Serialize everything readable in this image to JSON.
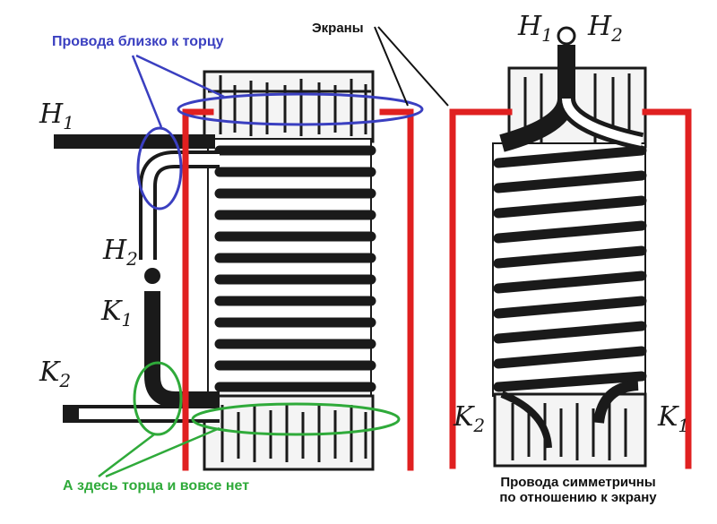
{
  "annotations": {
    "wires_near_end": "Провода близко к торцу",
    "screens": "Экраны",
    "no_end_here": "А здесь торца и вовсе нет",
    "symmetric_line1": "Провода симметричны",
    "symmetric_line2": "по отношению к экрану"
  },
  "left_coil": {
    "pins": [
      {
        "letter": "H",
        "sub": "1"
      },
      {
        "letter": "H",
        "sub": "2"
      },
      {
        "letter": "K",
        "sub": "1"
      },
      {
        "letter": "K",
        "sub": "2"
      }
    ]
  },
  "right_coil": {
    "pins": [
      {
        "letter": "H",
        "sub": "1"
      },
      {
        "letter": "H",
        "sub": "2"
      },
      {
        "letter": "K",
        "sub": "2"
      },
      {
        "letter": "K",
        "sub": "1"
      }
    ]
  },
  "colors": {
    "screen": "#e02020",
    "blue_ellipse": "#3a3fc0",
    "green_ellipse": "#2faa3a",
    "ink": "#1a1a1a"
  }
}
